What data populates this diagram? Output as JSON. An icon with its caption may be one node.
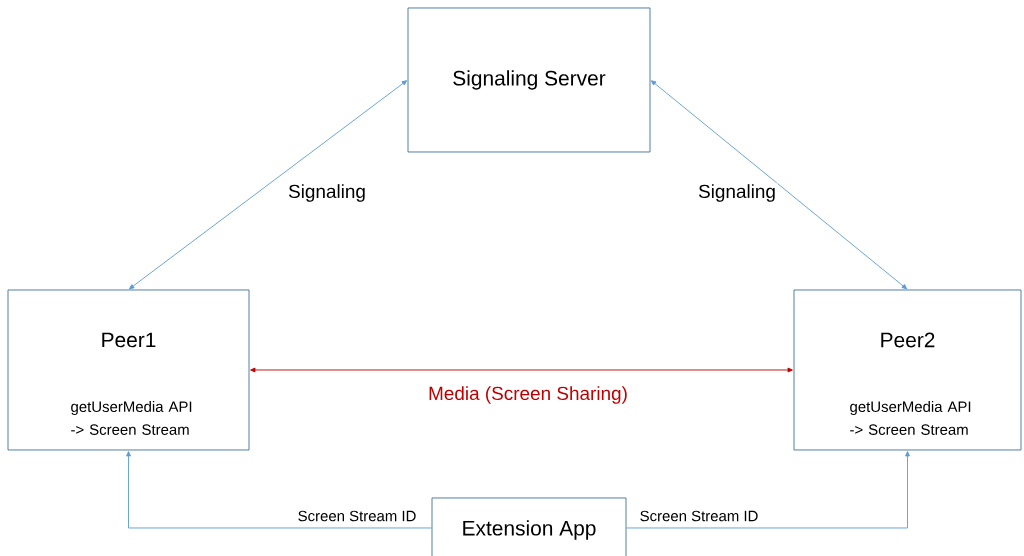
{
  "diagram": {
    "nodes": [
      {
        "text": [
          "Signaling Server"
        ]
      },
      {
        "text": [
          "Peer1",
          "getUserMedia API -> Screen Stream"
        ]
      },
      {
        "text": [
          "Peer2",
          "getUserMedia API -> Screen Stream"
        ]
      },
      {
        "text": [
          "Extension App"
        ]
      }
    ],
    "edges": [
      {
        "from": 0,
        "to": 1,
        "arrow": "both",
        "label": "Signaling"
      },
      {
        "from": 0,
        "to": 2,
        "arrow": "both",
        "label": "Signaling"
      },
      {
        "from": 1,
        "to": 2,
        "arrow": "both",
        "label": "Media (Screen Sharing)",
        "color": "#c00000"
      },
      {
        "from": 3,
        "to": 1,
        "arrow": "to",
        "label": "Screen Stream ID"
      },
      {
        "from": 3,
        "to": 2,
        "arrow": "to",
        "label": "Screen Stream ID"
      }
    ]
  }
}
